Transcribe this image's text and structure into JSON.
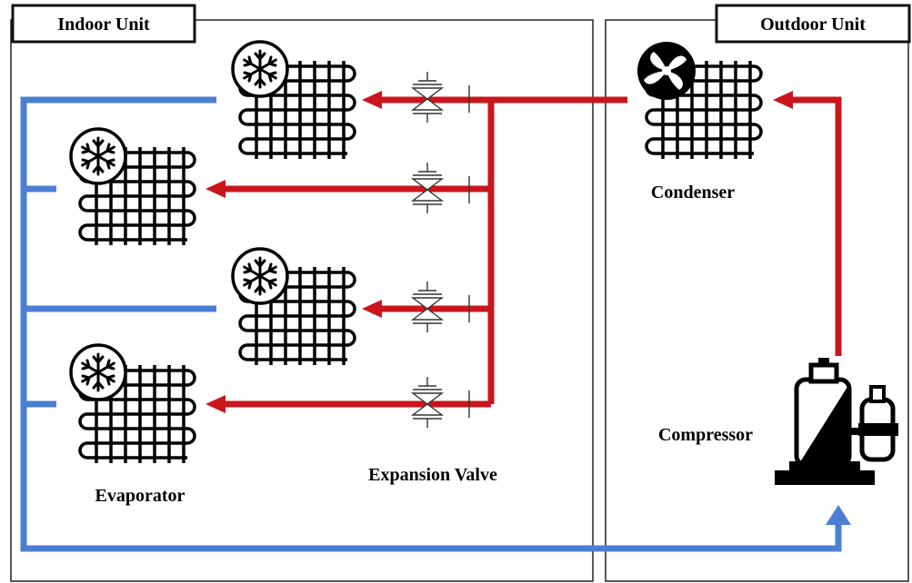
{
  "indoor_unit": {
    "title": "Indoor Unit",
    "evaporator_label": "Evaporator",
    "expansion_valve_label": "Expansion Valve"
  },
  "outdoor_unit": {
    "title": "Outdoor Unit",
    "condenser_label": "Condenser",
    "compressor_label": "Compressor"
  },
  "colors": {
    "refrigerant_liquid": "#c9161c",
    "refrigerant_vapor": "#4a7fd1"
  },
  "icons": {
    "evaporator": "snowflake-coil-icon",
    "condenser": "fan-coil-icon",
    "compressor": "compressor-icon",
    "valve": "expansion-valve-icon"
  }
}
